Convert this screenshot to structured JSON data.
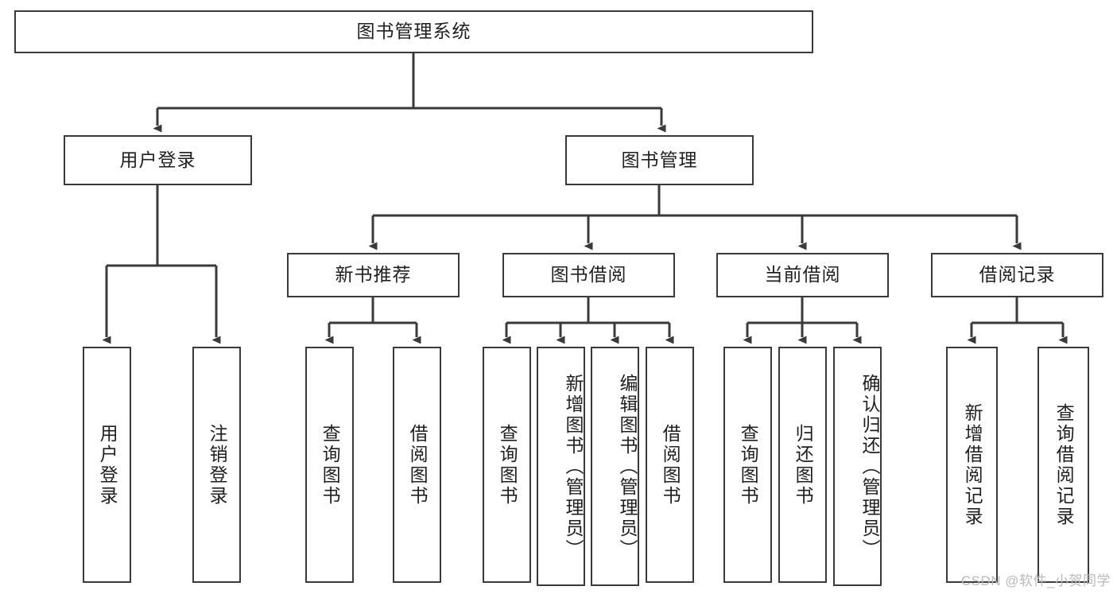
{
  "diagram": {
    "title": "图书管理系统",
    "type": "hierarchy-tree",
    "watermark": "CSDN @软件_小贺同学",
    "colors": {
      "box_border": "#3a3a3a",
      "box_fill": "#ffffff",
      "connector": "#3a3a3a",
      "text": "#1f1f1f",
      "watermark": "#b9b9b9",
      "background": "#ffffff"
    },
    "root": {
      "label": "图书管理系统"
    },
    "level1": [
      {
        "label": "用户登录"
      },
      {
        "label": "图书管理"
      }
    ],
    "level2": [
      {
        "label": "新书推荐"
      },
      {
        "label": "图书借阅"
      },
      {
        "label": "当前借阅"
      },
      {
        "label": "借阅记录"
      }
    ],
    "leaves": {
      "user_login": [
        {
          "label": "用户登录"
        },
        {
          "label": "注销登录"
        }
      ],
      "new_book_recommend": [
        {
          "label": "查询图书"
        },
        {
          "label": "借阅图书"
        }
      ],
      "book_borrow": [
        {
          "label": "查询图书"
        },
        {
          "label": "新增图书（管理员）"
        },
        {
          "label": "编辑图书（管理员）"
        },
        {
          "label": "借阅图书"
        }
      ],
      "current_borrow": [
        {
          "label": "查询图书"
        },
        {
          "label": "归还图书"
        },
        {
          "label": "确认归还（管理员）"
        }
      ],
      "borrow_record": [
        {
          "label": "新增借阅记录"
        },
        {
          "label": "查询借阅记录"
        }
      ]
    }
  }
}
